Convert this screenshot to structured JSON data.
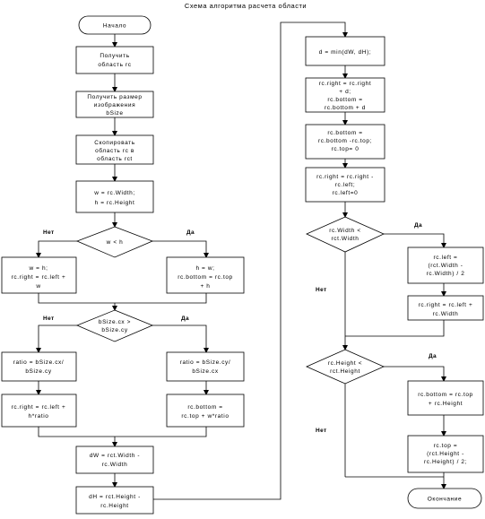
{
  "title": "Схема алгоритма расчета области",
  "branch_labels": {
    "yes": "Да",
    "no": "Нет"
  },
  "start": "Начало",
  "end": "Окончание",
  "left": {
    "b1": [
      "Получить",
      "область rc"
    ],
    "b2": [
      "Получить размер",
      "изображения",
      "bSize"
    ],
    "b3": [
      "Скопировать",
      "область rc в",
      "область rct"
    ],
    "b4": [
      "w = rc.Width;",
      "h = rc.Height"
    ],
    "d1": [
      "w < h"
    ],
    "d1_no": [
      "w = h;",
      "rc.right = rc.left +",
      "w"
    ],
    "d1_yes": [
      "h = w;",
      "rc.bottom = rc.top",
      "+ h"
    ],
    "d2": [
      "bSize.cx >",
      "bSize.cy"
    ],
    "d2_no_a": [
      "ratio = bSize.cx/",
      "bSize.cy"
    ],
    "d2_yes_a": [
      "ratio = bSize.cy/",
      "bSize.cx"
    ],
    "d2_no_b": [
      "rc.right = rc.left +",
      "h*ratio"
    ],
    "d2_yes_b": [
      "rc.bottom =",
      "rc.top + w*ratio"
    ],
    "b5": [
      "dW = rct.Width -",
      "rc.Width"
    ],
    "b6": [
      "dH = rct.Height -",
      "rc.Height"
    ]
  },
  "right": {
    "b1": [
      "d = min(dW, dH);"
    ],
    "b2": [
      "rc.right = rc.right",
      "+ d;",
      "rc.bottom =",
      "rc.bottom + d"
    ],
    "b3": [
      "rc.bottom =",
      "rc.bottom -rc.top;",
      "rc.top= 0"
    ],
    "b4": [
      "rc.right = rc.right -",
      "rc.left;",
      "rc.left=0"
    ],
    "d1": [
      "rc.Width <",
      "rct.Width"
    ],
    "d1_yes_a": [
      "rc.left =",
      "(rct.Width -",
      "rc.Width) / 2"
    ],
    "d1_yes_b": [
      "rc.right = rc.left +",
      "rc.Width"
    ],
    "d2": [
      "rc.Height <",
      "rct.Height"
    ],
    "d2_yes_a": [
      "rc.bottom = rc.top",
      "+ rc.Height"
    ],
    "d2_yes_b": [
      "rc.top =",
      "(rct.Height -",
      "rc.Height) / 2;"
    ]
  }
}
